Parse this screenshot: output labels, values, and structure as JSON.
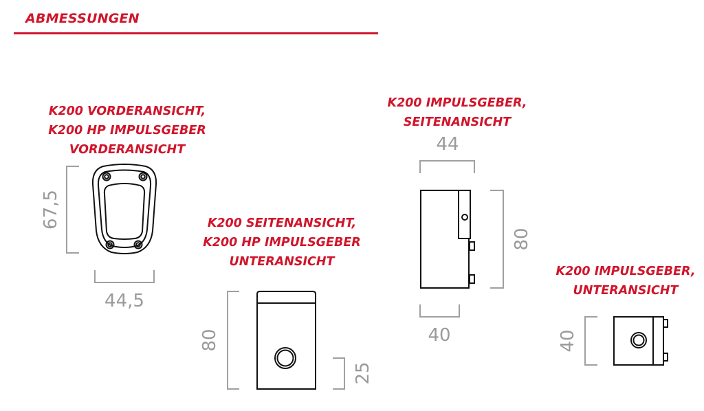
{
  "section": {
    "title": "ABMESSUNGEN",
    "accent_color": "#d0152b",
    "dimension_color": "#9a9a9a"
  },
  "views": [
    {
      "caption_lines": [
        "K200 VORDERANSICHT,",
        "K200 HP IMPULSGEBER",
        "VORDERANSICHT"
      ],
      "dimensions": {
        "height": "67,5",
        "width": "44,5"
      }
    },
    {
      "caption_lines": [
        "K200 SEITENANSICHT,",
        "K200 HP IMPULSGEBER",
        "UNTERANSICHT"
      ],
      "dimensions": {
        "height": "80",
        "button_offset": "25"
      }
    },
    {
      "caption_lines": [
        "K200 IMPULSGEBER,",
        "SEITENANSICHT"
      ],
      "dimensions": {
        "top_width": "44",
        "height": "80",
        "bottom_width": "40"
      }
    },
    {
      "caption_lines": [
        "K200 IMPULSGEBER,",
        "UNTERANSICHT"
      ],
      "dimensions": {
        "height": "40"
      }
    }
  ]
}
